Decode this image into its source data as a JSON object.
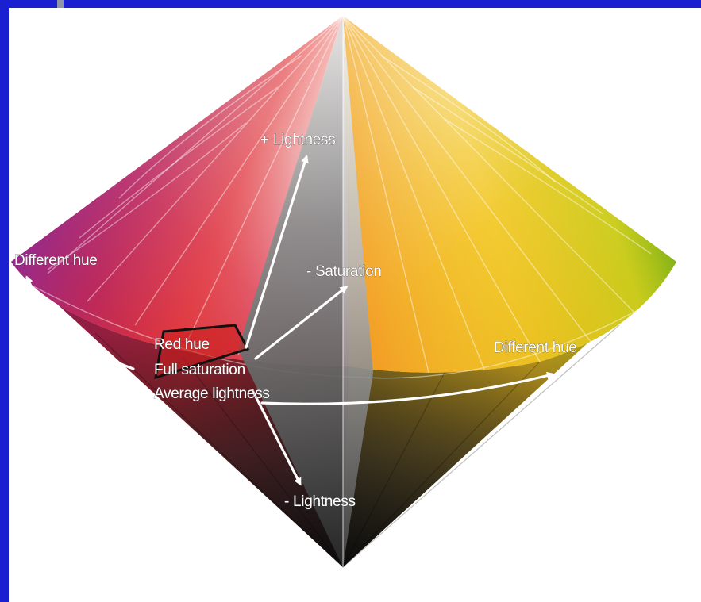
{
  "diagram": {
    "labels": {
      "lightness_plus": "+ Lightness",
      "saturation_minus": "- Saturation",
      "different_hue_left": "Different hue",
      "different_hue_right": "Different hue",
      "red_hue": "Red hue",
      "full_saturation": "Full saturation",
      "average_lightness": "Average lightness",
      "lightness_minus": "- Lightness"
    },
    "colors": {
      "frame_bar": "#1a1fd0",
      "frame_accent": "#8f95a8",
      "background": "#ffffff"
    },
    "rim_hues": [
      "#e4c9e6",
      "#c27bcf",
      "#9a3aa6",
      "#d13060",
      "#e8323a",
      "#f07a2a",
      "#f3b52f",
      "#f2df2c",
      "#c9dd24",
      "#7fb81d"
    ]
  }
}
